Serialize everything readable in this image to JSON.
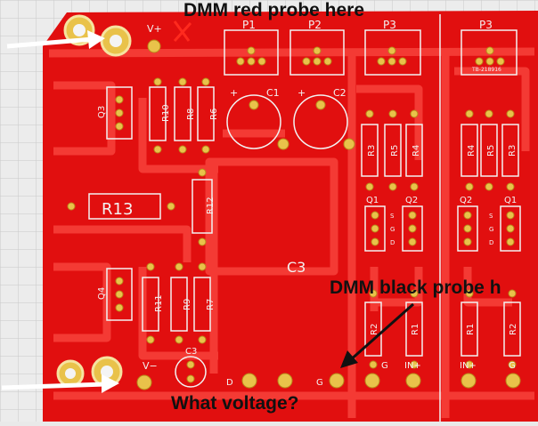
{
  "annotations": {
    "red_probe": "DMM red probe here",
    "black_probe": "DMM black probe h",
    "question": "What voltage?"
  },
  "silkscreen": {
    "v_plus": "V+",
    "v_minus": "V−",
    "p1": "P1",
    "p2": "P2",
    "p3_left": "P3",
    "p3_right": "P3",
    "c1": "C1",
    "c2": "C2",
    "c3_cap": "C3",
    "c3_big": "C3",
    "q3": "Q3",
    "q4": "Q4",
    "r10": "R10",
    "r8": "R8",
    "r6": "R6",
    "r13": "R13",
    "r12": "R12",
    "r11": "R11",
    "r9": "R9",
    "r7": "R7",
    "r3_left": "R3",
    "r5_left": "R5",
    "r4_left": "R4",
    "r4_right": "R4",
    "r5_right": "R5",
    "r3_right": "R3",
    "q1_left": "Q1",
    "q2_left": "Q2",
    "q2_right": "Q2",
    "q1_right": "Q1",
    "s_left": "S",
    "g_left": "G",
    "d_left": "D",
    "s_right": "S",
    "g_right": "G",
    "d_right": "D",
    "r2_left": "R2",
    "r1_left": "R1",
    "r1_right": "R1",
    "r2_right": "R2",
    "d_bottom": "D",
    "g_bottom_left": "G",
    "g_bottom_mid": "G",
    "in_plus_left": "IN+",
    "in_plus_right": "IN+",
    "g_bottom_right": "G",
    "plus_c1": "+",
    "plus_c2": "+",
    "part_code": "TB-218916"
  },
  "colors": {
    "board": "#e10f0f",
    "trace": "#f43a34",
    "silk": "#f2f2f2",
    "pad": "#e9c24a",
    "background": "#e9e9e9",
    "arrow": "#ffffff",
    "annotation_text": "#111111"
  }
}
